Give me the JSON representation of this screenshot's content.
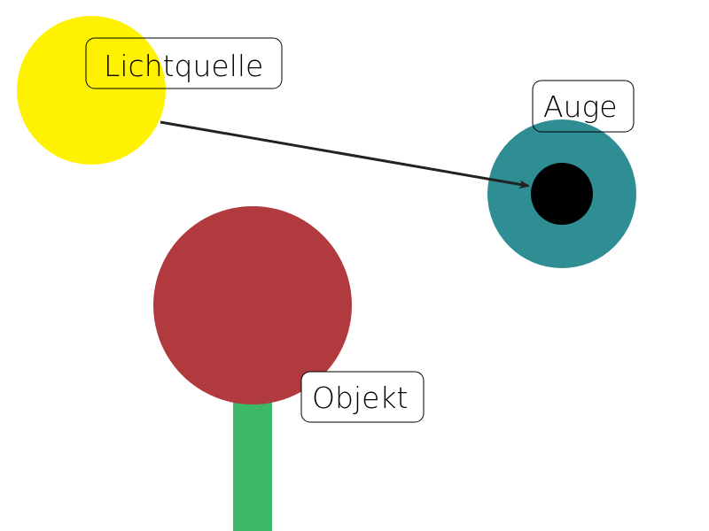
{
  "labels": {
    "light_source": "Lichtquelle",
    "eye": "Auge",
    "object": "Objekt"
  },
  "colors": {
    "light_source": "#fff200",
    "eye_iris": "#2e8e94",
    "eye_pupil": "#000000",
    "object_head": "#b03a3e",
    "object_stem": "#3cb868",
    "arrow": "#222222",
    "label_border": "#000000",
    "background": "#ffffff"
  }
}
